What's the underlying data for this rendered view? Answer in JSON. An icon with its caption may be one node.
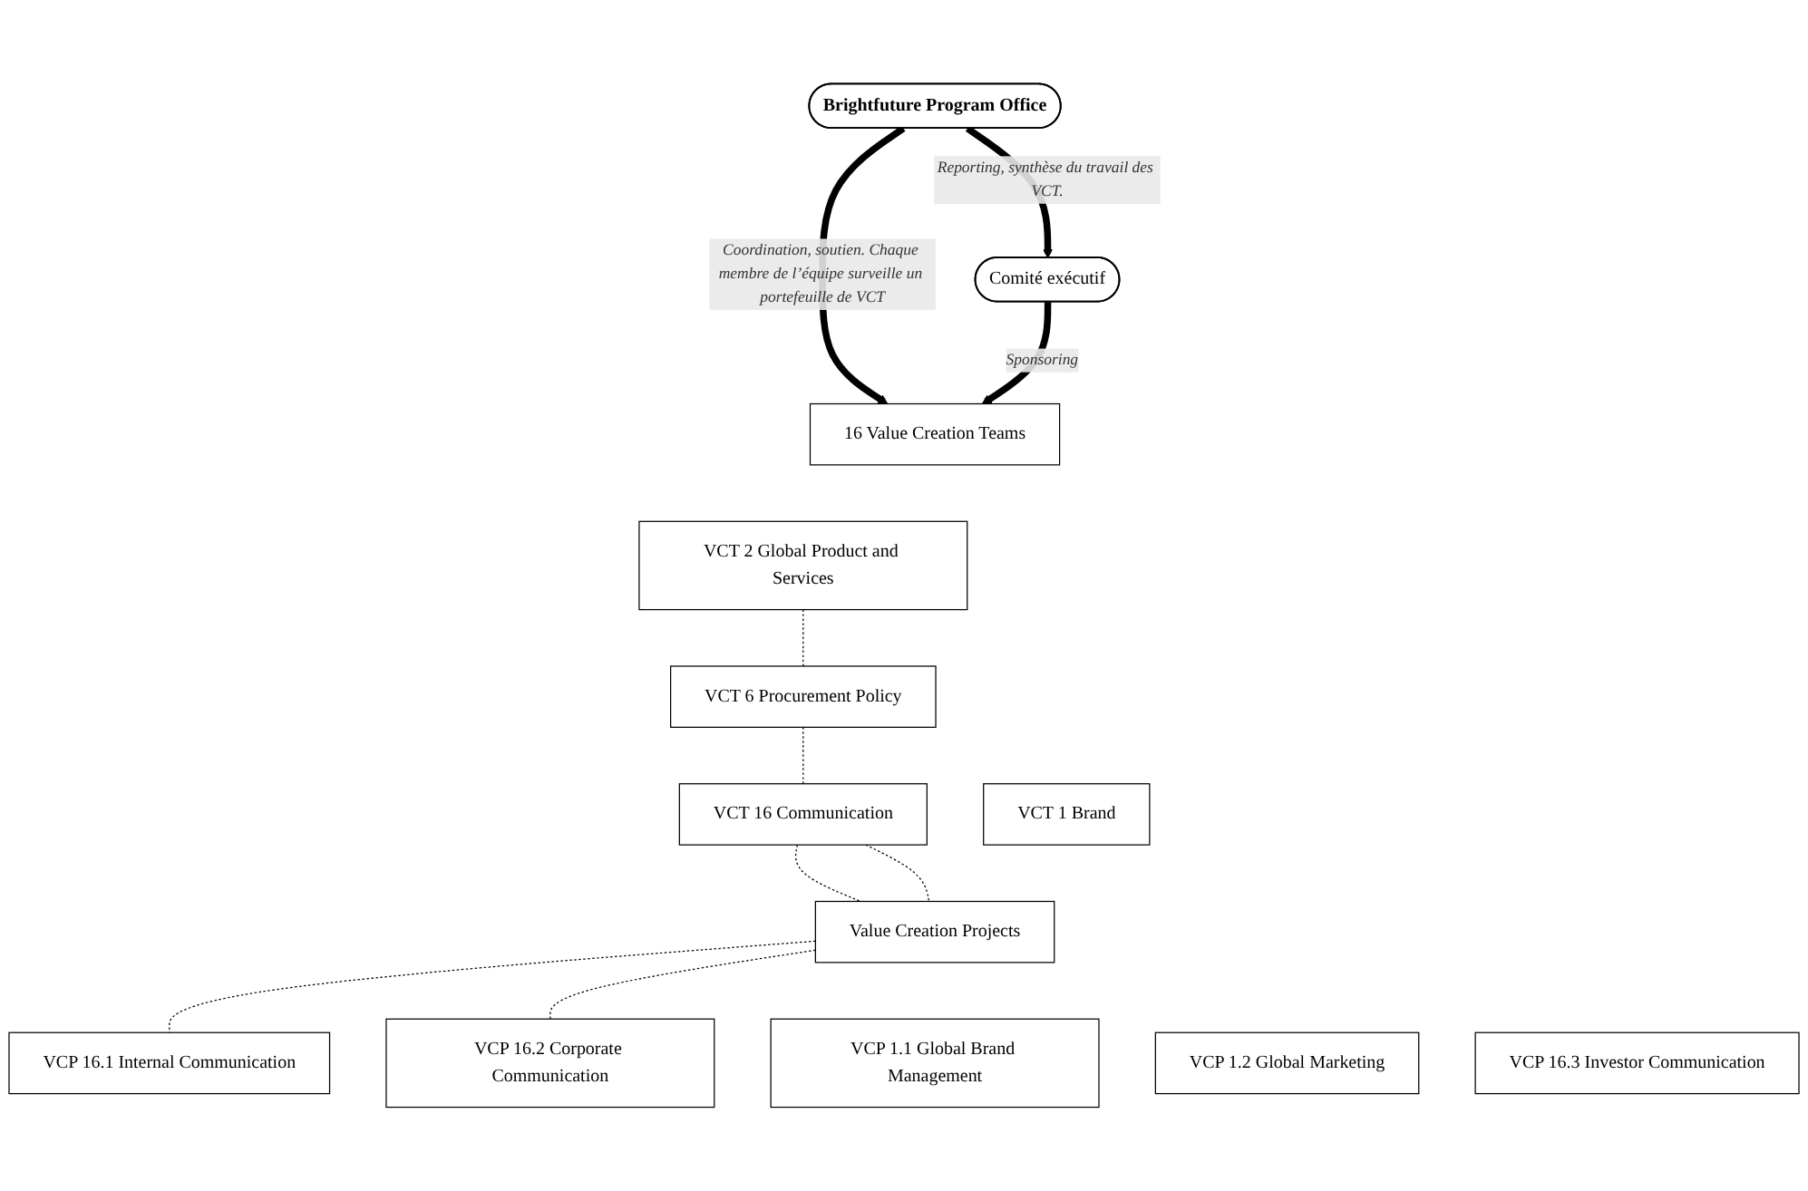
{
  "diagram": {
    "nodes": [
      {
        "text": [
          "Comité exécutif"
        ]
      },
      {
        "text": [
          "Brightfuture Program Office"
        ]
      },
      {
        "text": [
          "16 Value Creation Teams"
        ]
      },
      {
        "text": [
          "VCT 1 Brand"
        ]
      },
      {
        "text": [
          "VCT 2 Global Product and Services"
        ]
      },
      {
        "text": [
          "VCT 6 Procurement Policy"
        ]
      },
      {
        "text": [
          "VCT 16 Communication"
        ]
      },
      {
        "text": [
          "Value Creation Projects"
        ]
      },
      {
        "text": [
          "VCP 1.1 Global Brand Management"
        ]
      },
      {
        "text": [
          "VCP 1.2 Global Marketing"
        ]
      },
      {
        "text": [
          "VCP 16.1 Internal Communication"
        ]
      },
      {
        "text": [
          "VCP 16.2 Corporate Communication"
        ]
      },
      {
        "text": [
          "VCP 16.3 Investor Communication"
        ]
      }
    ],
    "edges": [
      {
        "from": 1,
        "to": 0,
        "arrow": "to",
        "label": "Reporting, synthèse du travail des VCT.",
        "style": "thick"
      },
      {
        "from": 1,
        "to": 2,
        "arrow": "to",
        "label": "Coordination, soutien. Chaque membre de l’équipe surveille un portefeuille de VCT",
        "style": "thick"
      },
      {
        "from": 0,
        "to": 2,
        "arrow": "to",
        "label": "Sponsoring",
        "style": "thick"
      },
      {
        "from": 4,
        "to": 5,
        "arrow": "none",
        "style": "dashed"
      },
      {
        "from": 5,
        "to": 6,
        "arrow": "none",
        "style": "dashed"
      },
      {
        "from": 6,
        "to": 7,
        "arrow": "none",
        "style": "dashed"
      },
      {
        "from": 6,
        "to": 7,
        "arrow": "none",
        "style": "dashed"
      },
      {
        "from": 7,
        "to": 10,
        "arrow": "none",
        "style": "dashed"
      },
      {
        "from": 7,
        "to": 11,
        "arrow": "none",
        "style": "dashed"
      }
    ]
  }
}
